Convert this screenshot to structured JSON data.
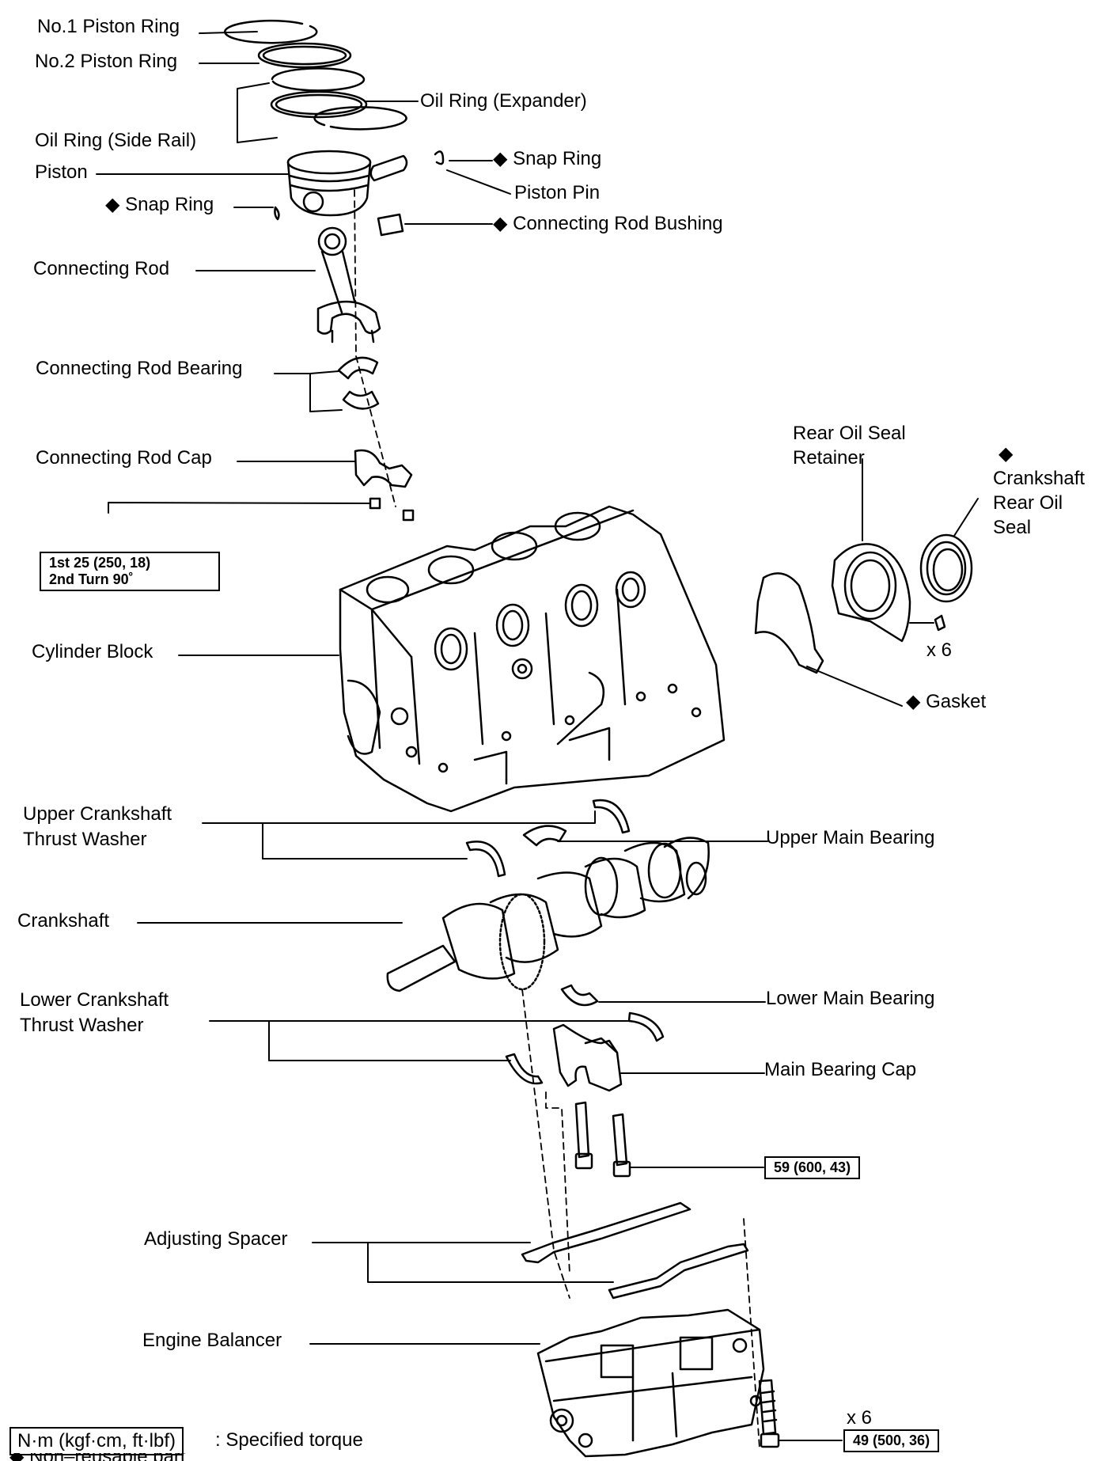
{
  "labels": {
    "no1_piston_ring": "No.1 Piston Ring",
    "no2_piston_ring": "No.2 Piston Ring",
    "oil_ring_expander": "Oil Ring (Expander)",
    "oil_ring_side_rail": "Oil Ring (Side Rail)",
    "piston": "Piston",
    "snap_ring_right": "◆ Snap Ring",
    "snap_ring_left": "◆ Snap Ring",
    "piston_pin": "Piston Pin",
    "connecting_rod_bushing": "◆ Connecting Rod Bushing",
    "connecting_rod": "Connecting Rod",
    "connecting_rod_bearing": "Connecting Rod Bearing",
    "connecting_rod_cap": "Connecting Rod Cap",
    "rear_oil_seal_retainer_1": "Rear Oil Seal",
    "rear_oil_seal_retainer_2": "Retainer",
    "crankshaft_rear_oil_seal_mark": "◆",
    "crankshaft_rear_oil_seal_1": "Crankshaft",
    "crankshaft_rear_oil_seal_2": "Rear Oil",
    "crankshaft_rear_oil_seal_3": "Seal",
    "x6_upper": "x 6",
    "gasket": "◆ Gasket",
    "cylinder_block": "Cylinder Block",
    "upper_thrust_washer_1": "Upper Crankshaft",
    "upper_thrust_washer_2": "Thrust Washer",
    "upper_main_bearing": "Upper Main Bearing",
    "crankshaft": "Crankshaft",
    "lower_thrust_washer_1": "Lower Crankshaft",
    "lower_thrust_washer_2": "Thrust Washer",
    "lower_main_bearing": "Lower Main Bearing",
    "main_bearing_cap": "Main Bearing Cap",
    "adjusting_spacer": "Adjusting Spacer",
    "engine_balancer": "Engine Balancer",
    "x6_lower": "x 6"
  },
  "torque": {
    "rod_cap_line1": "1st 25 (250, 18)",
    "rod_cap_line2": "2nd Turn 90˚",
    "main_cap": "59 (600, 43)",
    "balancer": "49 (500, 36)"
  },
  "legend": {
    "torque_unit": "N·m (kgf·cm, ft·lbf)",
    "torque_text": ": Specified torque",
    "non_reusable": "◆ Non–reusable part"
  }
}
